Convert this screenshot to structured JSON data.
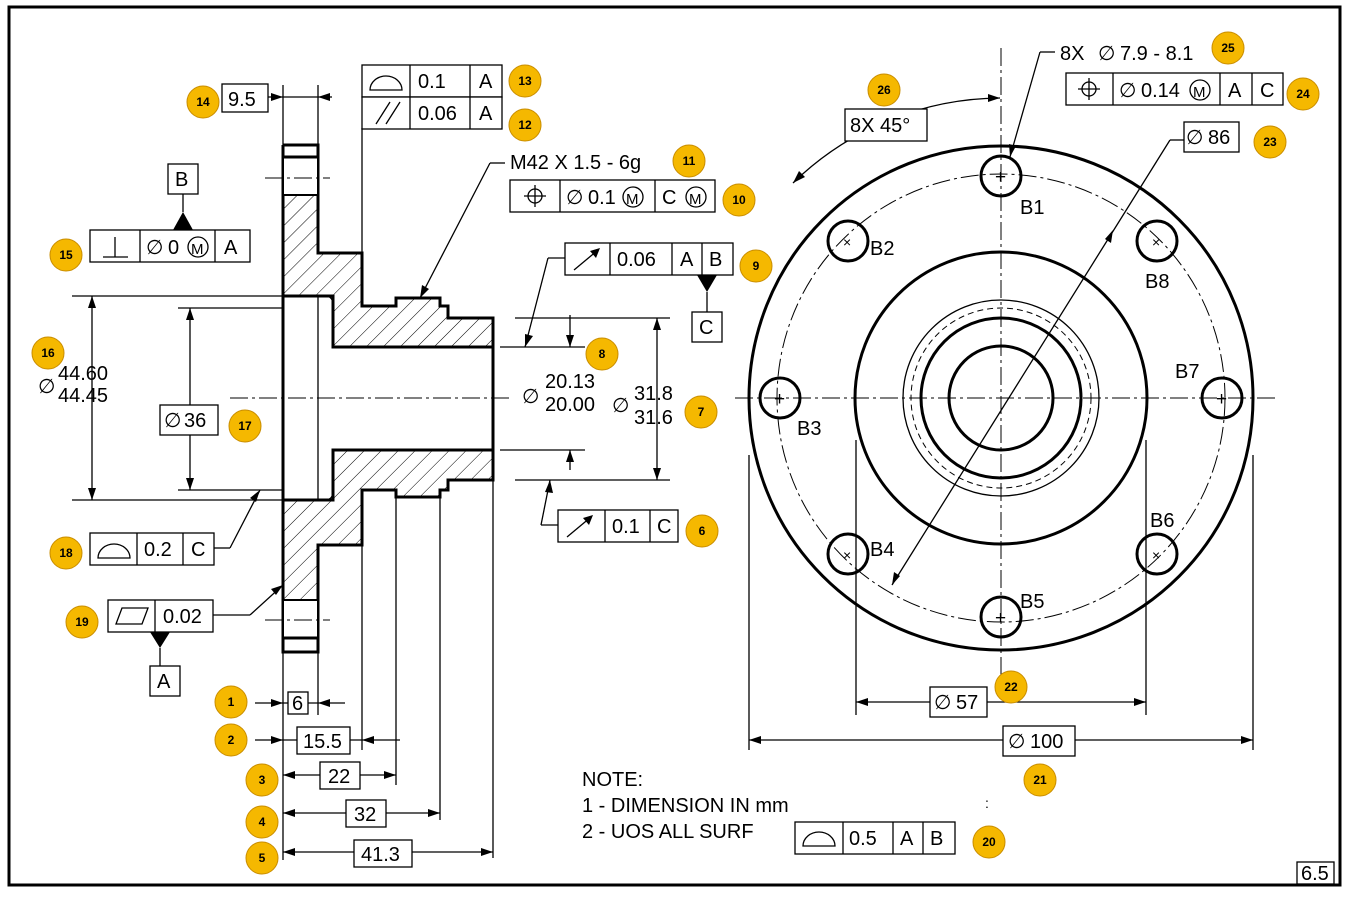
{
  "sheet": {
    "page_number": "6.5"
  },
  "dimensions": {
    "d9_5": "9.5",
    "d6": "6",
    "d15_5": "15.5",
    "d22": "22",
    "d32": "32",
    "d41_3": "41.3",
    "dia36": "36",
    "dia44_upper": "44.60",
    "dia44_lower": "44.45",
    "dia20_upper": "20.13",
    "dia20_lower": "20.00",
    "dia31_upper": "31.8",
    "dia31_lower": "31.6",
    "thread": "M42  X  1.5 - 6g",
    "holes": "8X",
    "holes_size": "7.9 - 8.1",
    "angle": "8X  45°",
    "dia86": "86",
    "dia57": "57",
    "dia100": "100"
  },
  "fcf": {
    "f13": {
      "tol": "0.1",
      "datum": "A"
    },
    "f12": {
      "tol": "0.06",
      "datum": "A"
    },
    "f10": {
      "tol": "0.1",
      "datum": "C"
    },
    "f9": {
      "tol": "0.06",
      "datum1": "A",
      "datum2": "B"
    },
    "f15": {
      "tol": "0",
      "datum": "A"
    },
    "f18": {
      "tol": "0.2",
      "datum": "C"
    },
    "f6": {
      "tol": "0.1",
      "datum": "C"
    },
    "f19": {
      "tol": "0.02"
    },
    "f24": {
      "tol": "0.14",
      "datum1": "A",
      "datum2": "C"
    },
    "f20": {
      "tol": "0.5",
      "datum1": "A",
      "datum2": "B"
    }
  },
  "datums": {
    "a": "A",
    "b": "B",
    "c": "C"
  },
  "hole_labels": [
    "B1",
    "B2",
    "B3",
    "B4",
    "B5",
    "B6",
    "B7",
    "B8"
  ],
  "modifiers": {
    "mmc": "M",
    "diameter": "∅"
  },
  "notes": {
    "title": "NOTE:",
    "line1": "1 -   DIMENSION IN mm",
    "line2": "2 - UOS  ALL  SURF",
    "colon": ":"
  },
  "callouts": [
    "1",
    "2",
    "3",
    "4",
    "5",
    "6",
    "7",
    "8",
    "9",
    "10",
    "11",
    "12",
    "13",
    "14",
    "15",
    "16",
    "17",
    "18",
    "19",
    "20",
    "21",
    "22",
    "23",
    "24",
    "25",
    "26"
  ],
  "colors": {
    "callout_fill": "#f5b800",
    "line": "#000000"
  }
}
